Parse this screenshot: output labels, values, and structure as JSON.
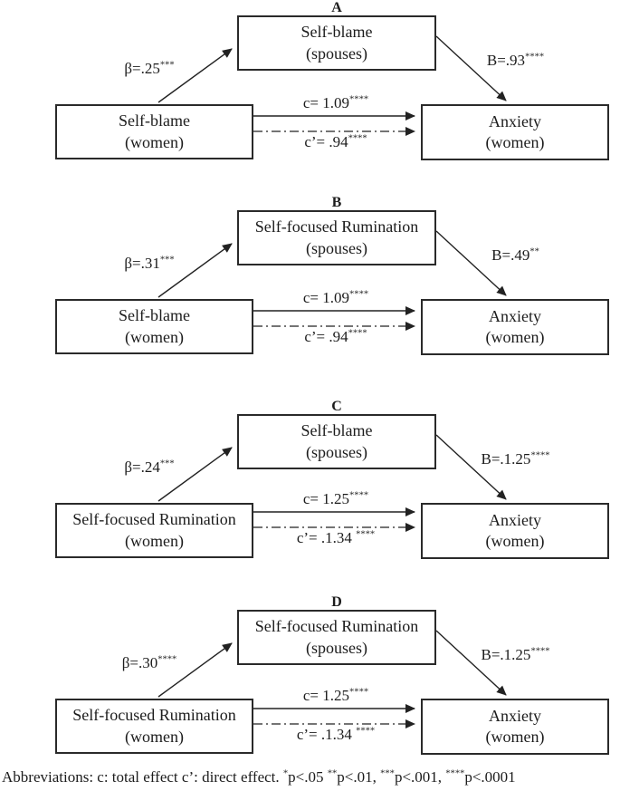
{
  "figure": {
    "colors": {
      "ink": "#1c1c1c",
      "background": "#ffffff",
      "box_border": "#2a2a2a"
    },
    "panels": [
      {
        "label": "A",
        "predictor": {
          "line1": "Self-blame",
          "line2": "(women)"
        },
        "mediator": {
          "line1": "Self-blame",
          "line2": "(spouses)"
        },
        "outcome": {
          "line1": "Anxiety",
          "line2": "(women)"
        },
        "path_a": {
          "value": "β=.25",
          "sup": "***"
        },
        "path_b": {
          "value": "B=.93",
          "sup": "****"
        },
        "path_c_total": {
          "value": "c= 1.09",
          "sup": "****"
        },
        "path_c_direct": {
          "value": "c’= .94",
          "sup": "****"
        }
      },
      {
        "label": "B",
        "predictor": {
          "line1": "Self-blame",
          "line2": "(women)"
        },
        "mediator": {
          "line1": "Self-focused Rumination",
          "line2": "(spouses)"
        },
        "outcome": {
          "line1": "Anxiety",
          "line2": "(women)"
        },
        "path_a": {
          "value": "β=.31",
          "sup": "***"
        },
        "path_b": {
          "value": "B=.49",
          "sup": "**"
        },
        "path_c_total": {
          "value": "c= 1.09",
          "sup": "****"
        },
        "path_c_direct": {
          "value": "c’= .94",
          "sup": "****"
        }
      },
      {
        "label": "C",
        "predictor": {
          "line1": "Self-focused Rumination",
          "line2": "(women)"
        },
        "mediator": {
          "line1": "Self-blame",
          "line2": "(spouses)"
        },
        "outcome": {
          "line1": "Anxiety",
          "line2": "(women)"
        },
        "path_a": {
          "value": "β=.24",
          "sup": "***"
        },
        "path_b": {
          "value": "B=.1.25",
          "sup": "****"
        },
        "path_c_total": {
          "value": "c= 1.25",
          "sup": "****"
        },
        "path_c_direct": {
          "value": "c’= .1.34 ",
          "sup": "****"
        }
      },
      {
        "label": "D",
        "predictor": {
          "line1": "Self-focused Rumination",
          "line2": "(women)"
        },
        "mediator": {
          "line1": "Self-focused Rumination",
          "line2": "(spouses)"
        },
        "outcome": {
          "line1": "Anxiety",
          "line2": "(women)"
        },
        "path_a": {
          "value": "β=.30",
          "sup": "****"
        },
        "path_b": {
          "value": "B=.1.25",
          "sup": "****"
        },
        "path_c_total": {
          "value": "c= 1.25",
          "sup": "****"
        },
        "path_c_direct": {
          "value": "c’= .1.34 ",
          "sup": "****"
        }
      }
    ],
    "footer": {
      "p1": "Abbreviations: c: total effect c’: direct effect. ",
      "s1": "*",
      "p2": "p<.05 ",
      "s2": "**",
      "p3": "p<.01, ",
      "s3": "***",
      "p4": "p<.001, ",
      "s4": "****",
      "p5": "p<.0001"
    }
  }
}
